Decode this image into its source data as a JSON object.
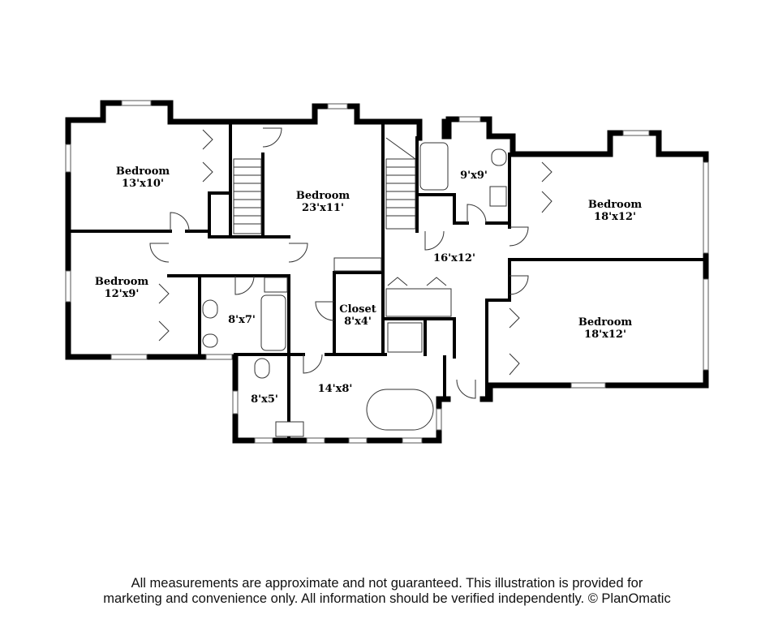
{
  "rooms": [
    {
      "id": "bedroom-1",
      "name": "Bedroom",
      "dims": "13'x10'"
    },
    {
      "id": "bedroom-2",
      "name": "Bedroom",
      "dims": "23'x11'"
    },
    {
      "id": "bedroom-3",
      "name": "Bedroom",
      "dims": "12'x9'"
    },
    {
      "id": "bedroom-4",
      "name": "Bedroom",
      "dims": "18'x12'"
    },
    {
      "id": "bedroom-5",
      "name": "Bedroom",
      "dims": "18'x12'"
    },
    {
      "id": "bath-1",
      "name": "",
      "dims": "8'x7'"
    },
    {
      "id": "closet",
      "name": "Closet",
      "dims": "8'x4'"
    },
    {
      "id": "bath-2",
      "name": "",
      "dims": "9'x9'"
    },
    {
      "id": "hall",
      "name": "",
      "dims": "16'x12'"
    },
    {
      "id": "bath-3",
      "name": "",
      "dims": "14'x8'"
    },
    {
      "id": "wc",
      "name": "",
      "dims": "8'x5'"
    }
  ],
  "disclaimer": {
    "line1": "All measurements are approximate and not guaranteed. This illustration is provided for",
    "line2": "marketing and convenience only. All information should be verified independently. © PlanOmatic"
  }
}
